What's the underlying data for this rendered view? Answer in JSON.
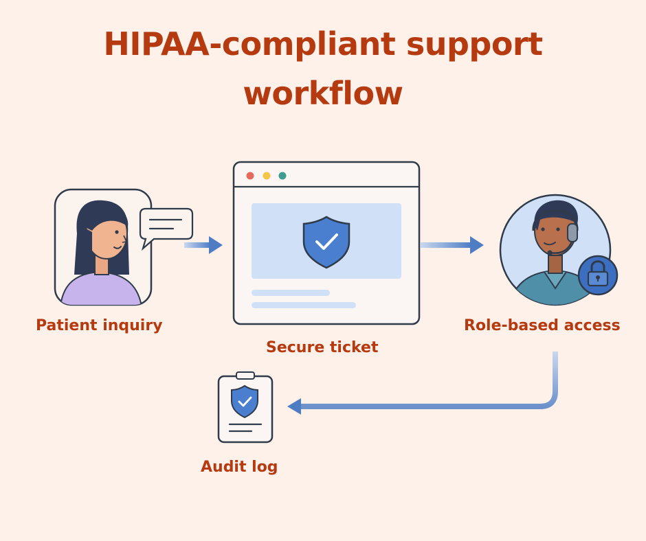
{
  "title": {
    "line1": "HIPAA-compliant support",
    "line2": "workflow"
  },
  "nodes": {
    "patient": {
      "label": "Patient inquiry",
      "icon": "patient-avatar-icon"
    },
    "ticket": {
      "label": "Secure ticket",
      "icon": "browser-window-shield-icon"
    },
    "agent": {
      "label": "Role-based access",
      "icon": "support-agent-lock-icon"
    },
    "audit": {
      "label": "Audit log",
      "icon": "document-shield-icon"
    }
  },
  "colors": {
    "background": "#fdf1ea",
    "title": "#b53a10",
    "outline": "#2f3a4a",
    "shield": "#4a7fcf",
    "arrow": "#5f86c4",
    "panel": "#cfe0f7"
  }
}
